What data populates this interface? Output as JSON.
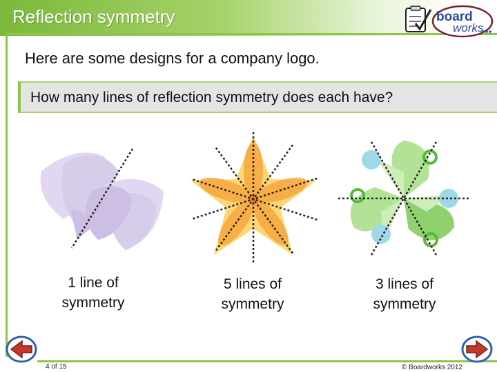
{
  "header": {
    "title": "Reflection symmetry",
    "brand_top": "board",
    "brand_bottom": "works"
  },
  "intro_text": "Here are some designs for a company logo.",
  "question": "How many lines of reflection symmetry does each have?",
  "designs": [
    {
      "caption_line1": "1 line of",
      "caption_line2": "symmetry",
      "lines_of_symmetry": 1,
      "color": "#b8a3d9"
    },
    {
      "caption_line1": "5 lines of",
      "caption_line2": "symmetry",
      "lines_of_symmetry": 5,
      "color": "#f7a43b"
    },
    {
      "caption_line1": "3 lines of",
      "caption_line2": "symmetry",
      "lines_of_symmetry": 3,
      "color": "#7ec857"
    }
  ],
  "footer": {
    "page": "4 of 15",
    "copyright": "© Boardworks 2012"
  },
  "icons": {
    "back": "back-arrow-icon",
    "next": "next-arrow-icon",
    "logo_icon": "clipboard-check-icon"
  },
  "colors": {
    "accent": "#8cc54a",
    "nav_blue": "#2f5fb3",
    "question_bg": "#e4e4e4"
  }
}
